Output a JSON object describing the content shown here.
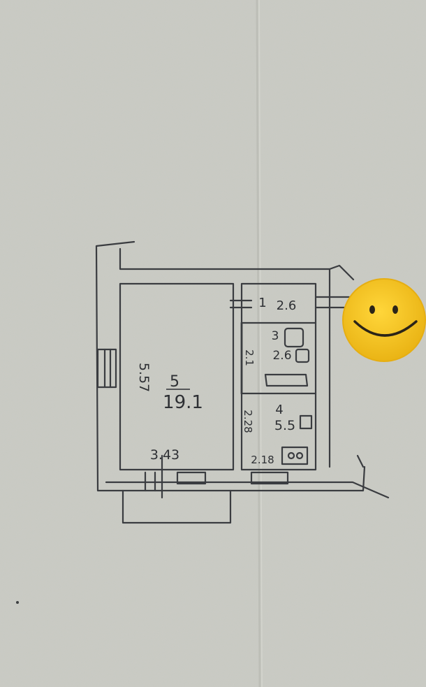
{
  "rooms": [
    {
      "number": "5",
      "area": "19.1"
    },
    {
      "number": "1",
      "area": "2.6"
    },
    {
      "number": "3",
      "area": "2.6"
    },
    {
      "number": "4",
      "area": "5.5"
    }
  ],
  "dimensions": {
    "room_width": "3.43",
    "room_length": "5.57",
    "hall_width": "2.1",
    "bath_length": "2.28",
    "kitchen_width": "2.18"
  },
  "overlay": {
    "icon": "smiley-face-sticker",
    "color": "#f2c21b"
  }
}
